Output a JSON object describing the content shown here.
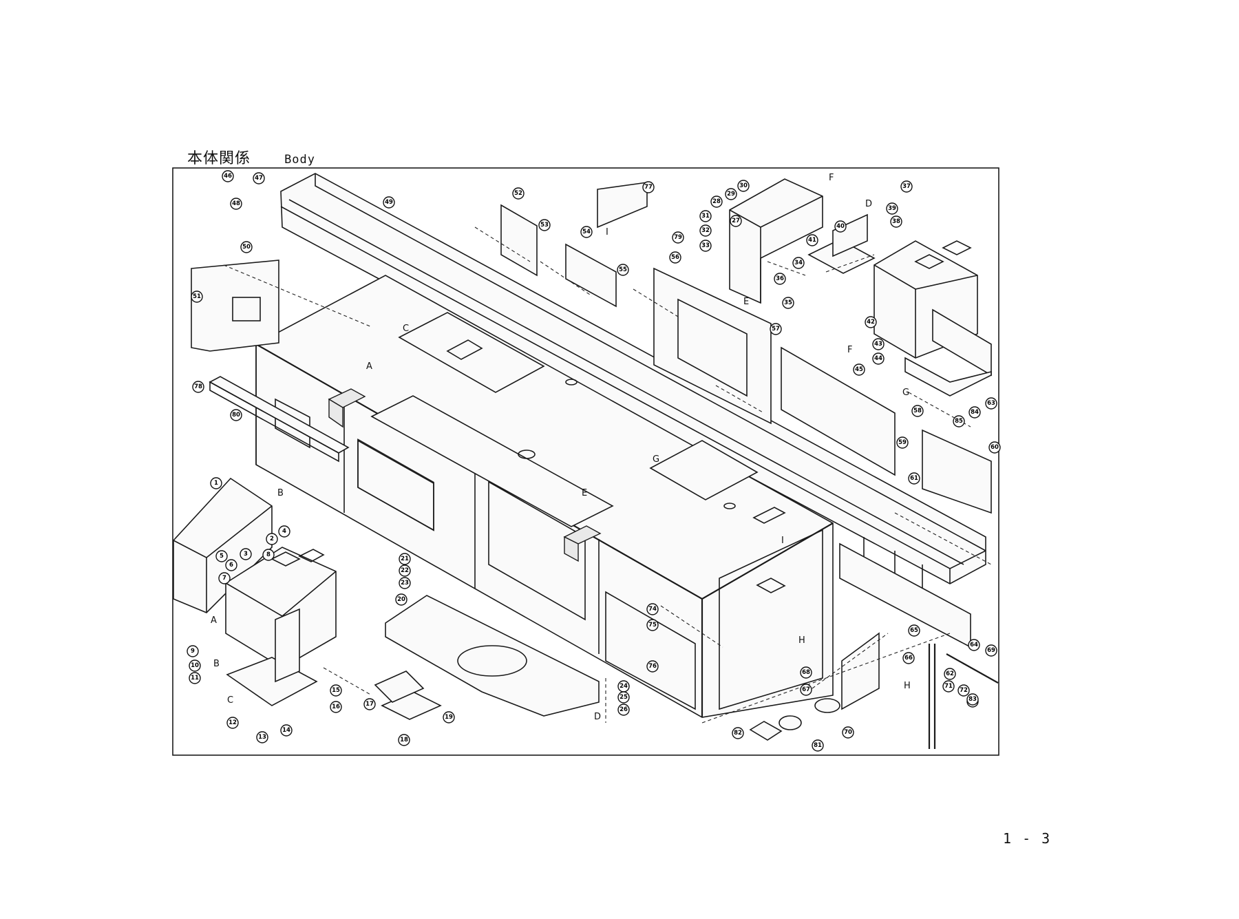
{
  "sheet": {
    "title_jp": "本体関係",
    "title_en": "Body",
    "page_number": "1 - 3"
  },
  "callouts": [
    "1",
    "2",
    "3",
    "4",
    "5",
    "6",
    "7",
    "8",
    "9",
    "10",
    "11",
    "12",
    "13",
    "14",
    "15",
    "16",
    "17",
    "18",
    "19",
    "20",
    "21",
    "22",
    "23",
    "24",
    "25",
    "26",
    "27",
    "28",
    "29",
    "30",
    "31",
    "32",
    "33",
    "34",
    "35",
    "36",
    "37",
    "38",
    "39",
    "40",
    "41",
    "42",
    "43",
    "44",
    "45",
    "46",
    "47",
    "48",
    "49",
    "50",
    "51",
    "52",
    "53",
    "54",
    "55",
    "56",
    "57",
    "58",
    "59",
    "60",
    "61",
    "62",
    "63",
    "64",
    "65",
    "66",
    "67",
    "68",
    "69",
    "70",
    "71",
    "72",
    "73",
    "74",
    "75",
    "76",
    "77",
    "78",
    "79",
    "80",
    "81",
    "82",
    "83",
    "84",
    "85"
  ],
  "reference_letters": [
    "A",
    "B",
    "C",
    "D",
    "E",
    "F",
    "G",
    "H",
    "I"
  ]
}
